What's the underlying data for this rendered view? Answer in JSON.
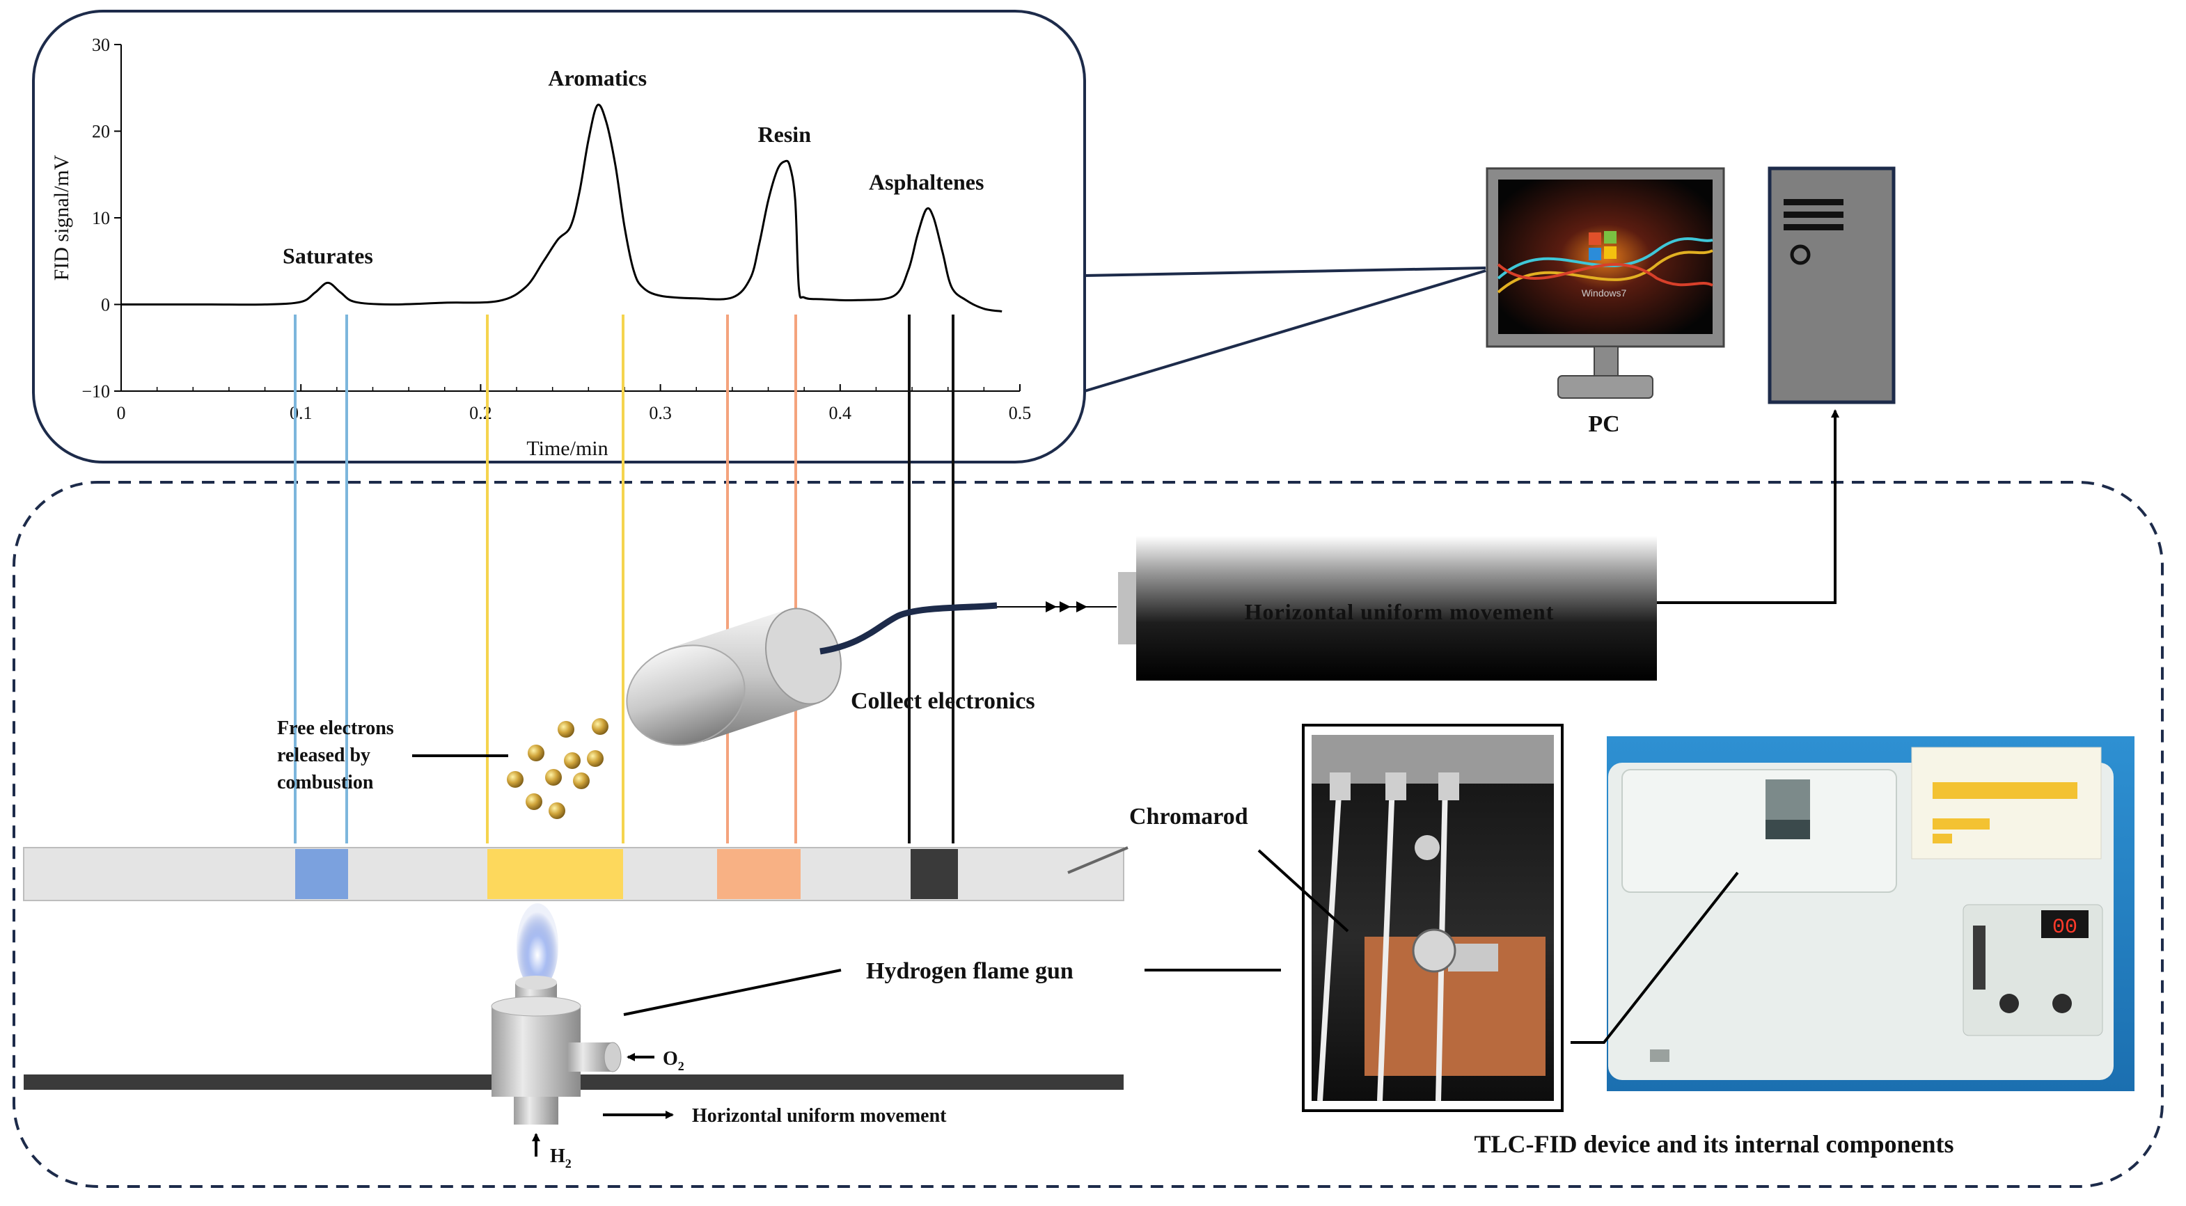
{
  "chart_data": {
    "type": "line",
    "ylabel": "FID signal/mV",
    "xlabel": "Time/min",
    "xlim": [
      0,
      0.5
    ],
    "ylim": [
      -10,
      30
    ],
    "x_ticks": [
      "0",
      "0.1",
      "0.2",
      "0.3",
      "0.4",
      "0.5"
    ],
    "y_ticks": [
      "30",
      "20",
      "10",
      "0",
      "−10"
    ],
    "peaks": [
      {
        "label": "Saturates",
        "x": 0.115,
        "y": 2.5
      },
      {
        "label": "Aromatics",
        "x": 0.265,
        "y": 23
      },
      {
        "label": "Resin",
        "x": 0.369,
        "y": 16.5
      },
      {
        "label": "Asphaltenes",
        "x": 0.448,
        "y": 11
      }
    ],
    "series": [
      {
        "x": [
          0.0,
          0.02,
          0.05,
          0.08,
          0.1,
          0.108,
          0.115,
          0.122,
          0.13,
          0.15,
          0.18,
          0.21,
          0.225,
          0.235,
          0.243,
          0.25,
          0.255,
          0.26,
          0.265,
          0.27,
          0.275,
          0.28,
          0.285,
          0.29,
          0.3,
          0.32,
          0.34,
          0.35,
          0.355,
          0.36,
          0.365,
          0.369,
          0.372,
          0.375,
          0.377,
          0.38,
          0.39,
          0.41,
          0.43,
          0.438,
          0.443,
          0.448,
          0.452,
          0.457,
          0.462,
          0.47,
          0.48,
          0.49
        ],
        "y": [
          0,
          0,
          0,
          0,
          0.3,
          1.4,
          2.5,
          1.4,
          0.3,
          0,
          0.2,
          0.4,
          2,
          5,
          7.5,
          9,
          13,
          19,
          23,
          21,
          16,
          9,
          4,
          2,
          1,
          0.7,
          0.8,
          3,
          7,
          12,
          15.5,
          16.5,
          16,
          12,
          2,
          0.8,
          0.6,
          0.5,
          1,
          4,
          8,
          11,
          10,
          6,
          2,
          0.5,
          -0.5,
          -0.8
        ]
      }
    ]
  },
  "pc": {
    "label": "PC",
    "screen_text": "Windows7"
  },
  "movement_box": {
    "label": "Horizontal uniform movement"
  },
  "labels": {
    "collect": "Collect electronics",
    "free_electrons": [
      "Free electrons",
      "released by",
      "combustion"
    ],
    "chromarod": "Chromarod",
    "flame_gun": "Hydrogen flame gun",
    "o2": "O",
    "o2_sub": "2",
    "h2": "H",
    "h2_sub": "2",
    "horizontal_bottom": "Horizontal uniform movement",
    "device_caption": "TLC-FID device and its internal components"
  },
  "device": {
    "display": "00"
  },
  "bands": [
    {
      "fraction": "Saturates",
      "color": "#7ba1de",
      "line": "#7cb6dc"
    },
    {
      "fraction": "Aromatics",
      "color": "#fdd85c",
      "line": "#f5d44e"
    },
    {
      "fraction": "Resin",
      "color": "#f8b184",
      "line": "#f4a37d"
    },
    {
      "fraction": "Asphaltenes",
      "color": "#3a3a3a",
      "line": "#111111"
    }
  ]
}
